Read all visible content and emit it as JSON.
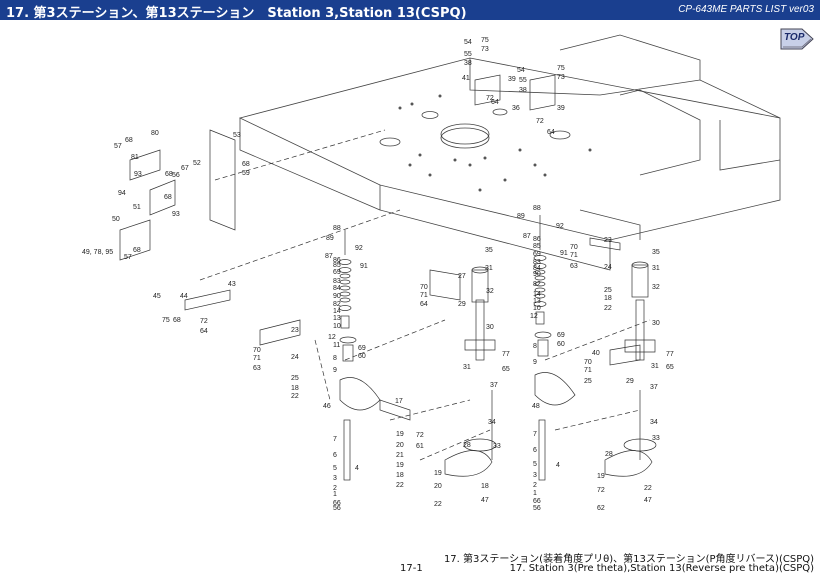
{
  "header": {
    "title": "17. 第3ステーション、第13ステーション　Station 3,Station 13(CSPQ)",
    "doc_id": "CP-643ME PARTS LIST ver03"
  },
  "nav": {
    "top_label": "TOP"
  },
  "footer": {
    "page": "17-1",
    "caption_jp": "17. 第3ステーション(装着角度プリθ)、第13ステーション(P角度リバース)(CSPQ)",
    "caption_en": "17. Station 3(Pre theta),Station 13(Reverse pre theta)(CSPQ)"
  },
  "colors": {
    "header_bg": "#1a3f8f",
    "header_text": "#ffffff",
    "line": "#333333"
  },
  "callouts": [
    "54",
    "55",
    "38",
    "41",
    "75",
    "73",
    "39",
    "72",
    "64",
    "54",
    "55",
    "38",
    "75",
    "73",
    "36",
    "39",
    "72",
    "64",
    "53",
    "80",
    "68",
    "57",
    "81",
    "52",
    "67",
    "56",
    "68",
    "68",
    "59",
    "93",
    "94",
    "51",
    "68",
    "93",
    "50",
    "49, 78, 95",
    "57",
    "68",
    "88",
    "89",
    "92",
    "87",
    "86",
    "91",
    "85",
    "69",
    "83",
    "84",
    "90",
    "82",
    "14",
    "13",
    "10",
    "12",
    "11",
    "69",
    "60",
    "8",
    "9",
    "88",
    "89",
    "92",
    "87",
    "86",
    "91",
    "85",
    "69",
    "83",
    "84",
    "90",
    "82",
    "14",
    "13",
    "10",
    "12",
    "69",
    "60",
    "8",
    "9",
    "27",
    "70",
    "71",
    "64",
    "29",
    "35",
    "31",
    "32",
    "30",
    "31",
    "77",
    "65",
    "37",
    "34",
    "33",
    "28",
    "70",
    "71",
    "63",
    "24",
    "25",
    "18",
    "22",
    "23",
    "70",
    "71",
    "63",
    "24",
    "25",
    "18",
    "22",
    "23",
    "35",
    "31",
    "32",
    "30",
    "77",
    "31",
    "65",
    "40",
    "70",
    "71",
    "25",
    "29",
    "37",
    "34",
    "33",
    "28",
    "43",
    "44",
    "45",
    "75",
    "68",
    "72",
    "64",
    "46",
    "17",
    "7",
    "6",
    "5",
    "4",
    "3",
    "2",
    "1",
    "66",
    "56",
    "19",
    "20",
    "21",
    "19",
    "18",
    "22",
    "72",
    "61",
    "48",
    "7",
    "6",
    "5",
    "4",
    "3",
    "2",
    "1",
    "66",
    "56",
    "19",
    "20",
    "18",
    "22",
    "47",
    "19",
    "72",
    "22",
    "62",
    "47",
    "19",
    "72",
    "22",
    "62"
  ]
}
